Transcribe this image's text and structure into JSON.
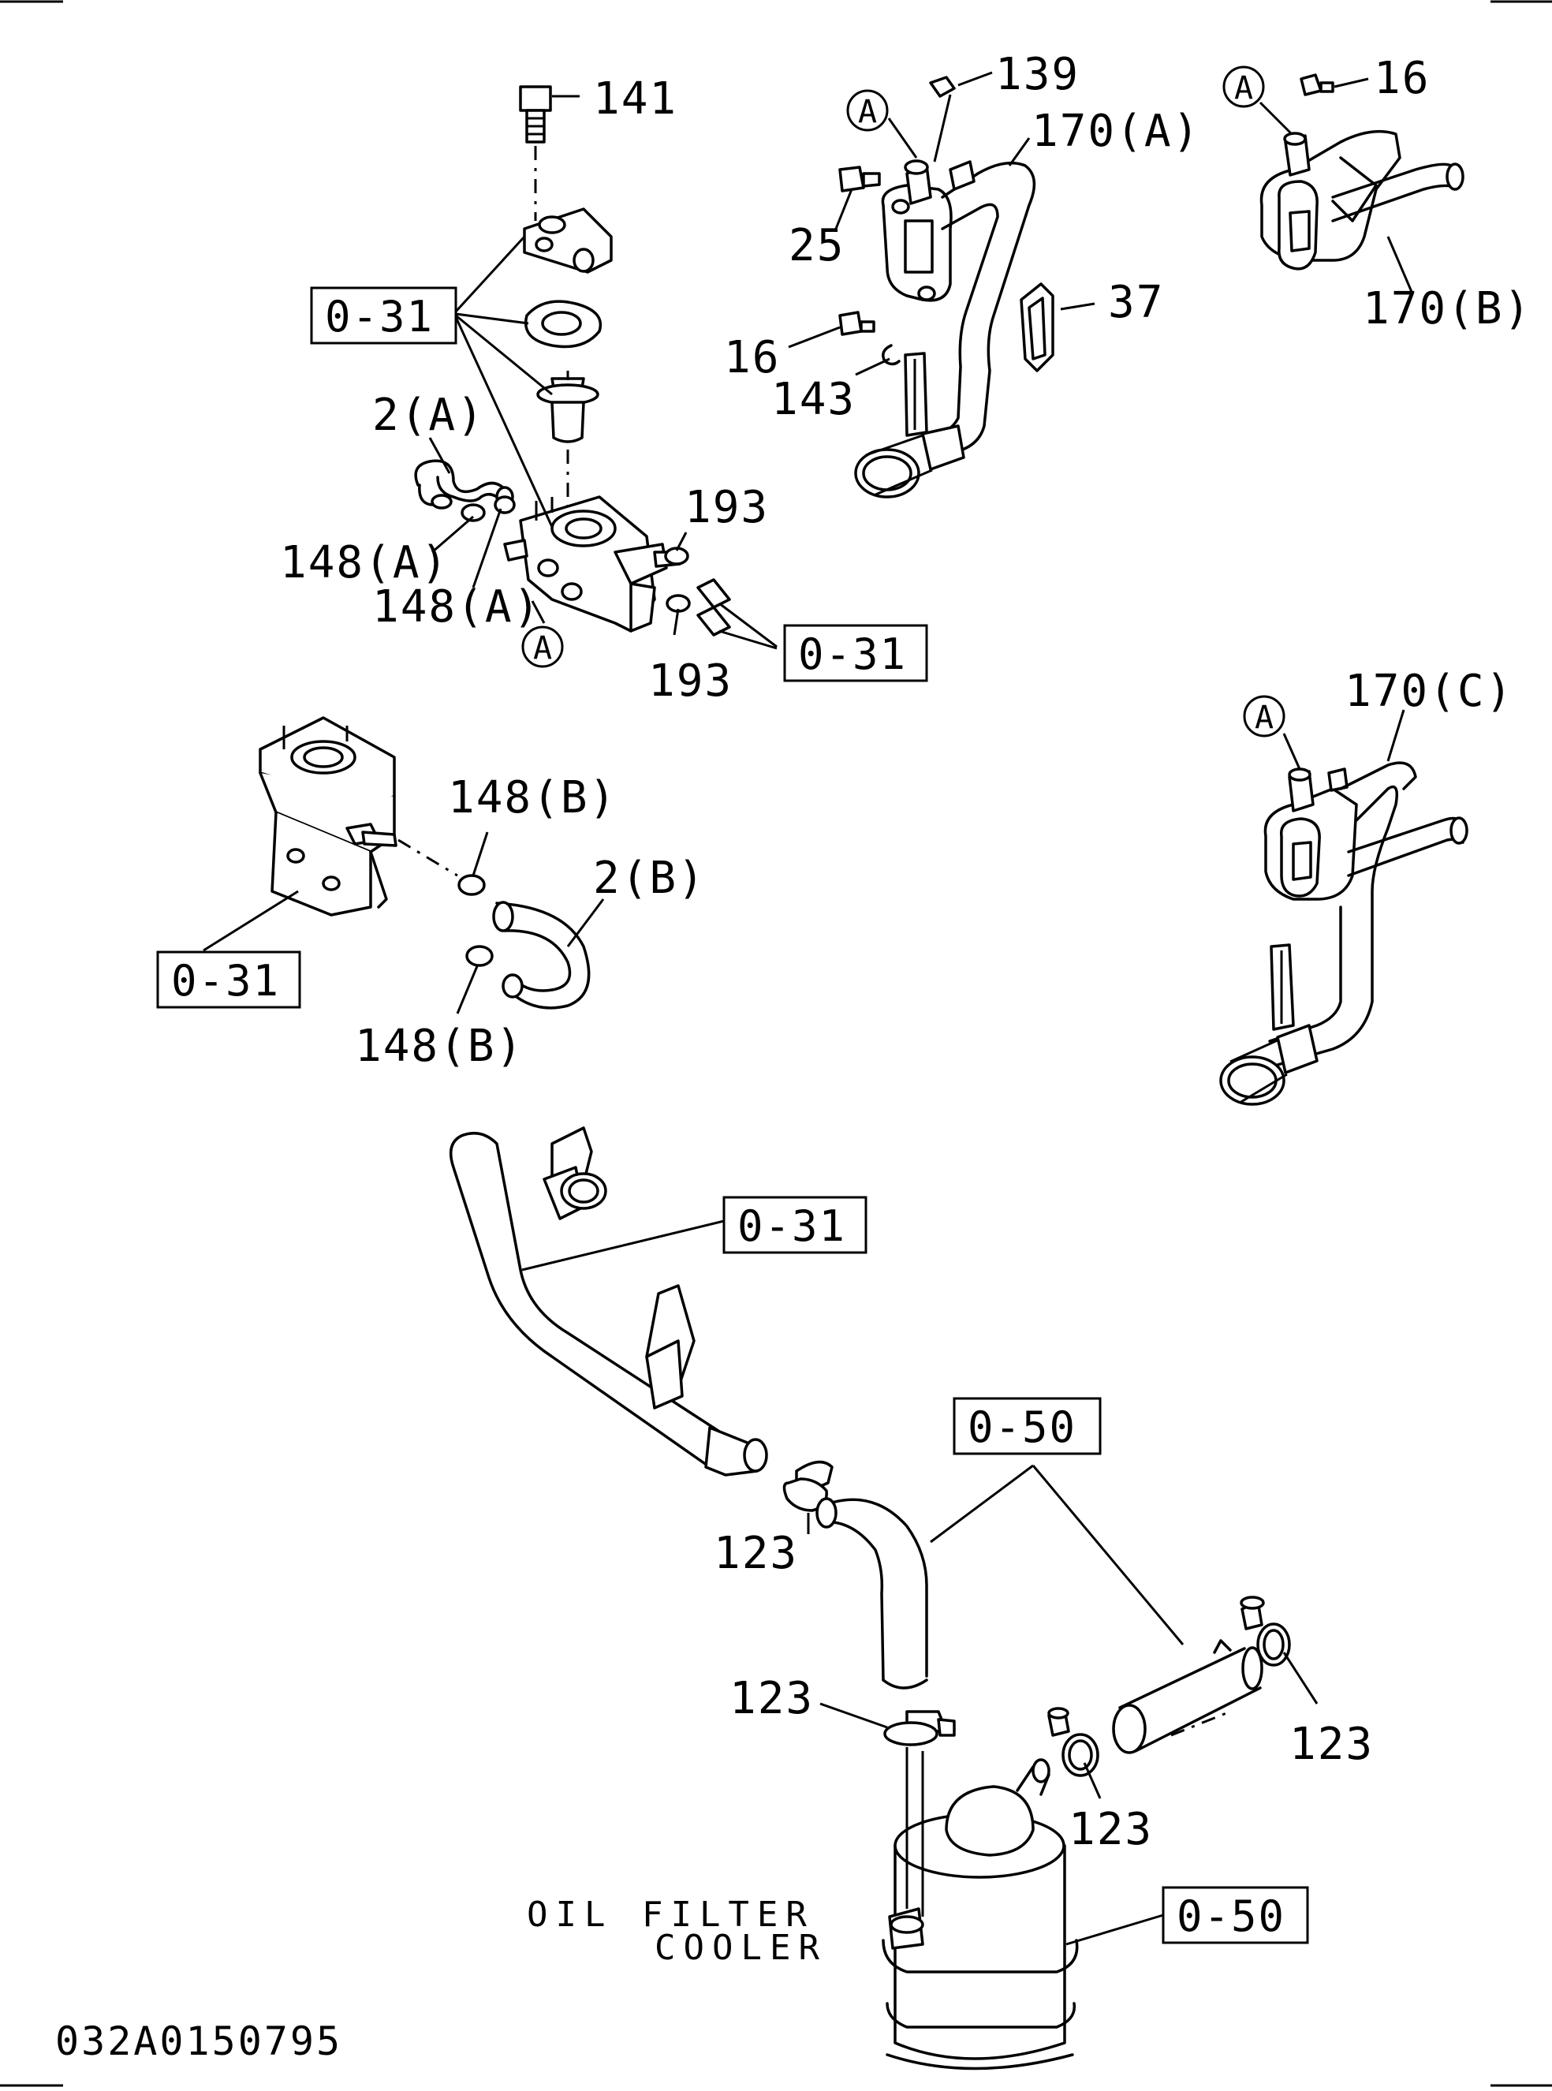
{
  "labels": {
    "p141": "141",
    "p139": "139",
    "p16a": "16",
    "p170a": "170(A)",
    "p25": "25",
    "p37": "37",
    "p170b": "170(B)",
    "p16b": "16",
    "p143": "143",
    "p2a": "2(A)",
    "p148a1": "148(A)",
    "p148a2": "148(A)",
    "p193a": "193",
    "p193b": "193",
    "p170c": "170(C)",
    "p148b1": "148(B)",
    "p2b": "2(B)",
    "p148b2": "148(B)",
    "p123a": "123",
    "p123b": "123",
    "p123c": "123",
    "p123d": "123"
  },
  "refs": {
    "r031a": "0-31",
    "r031b": "0-31",
    "r031c": "0-31",
    "r031d": "0-31",
    "r050a": "0-50",
    "r050b": "0-50"
  },
  "markers": {
    "m1": "A",
    "m2": "A",
    "m3": "A",
    "m4": "A"
  },
  "note": {
    "line1": "OIL FILTER",
    "line2": "COOLER"
  },
  "drawing_code": "032A0150795"
}
